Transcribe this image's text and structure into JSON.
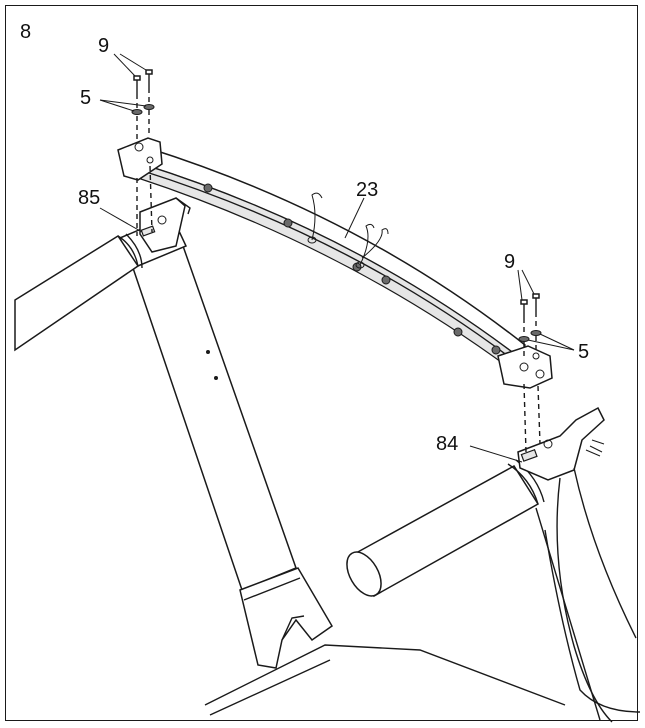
{
  "step_number": "8",
  "callouts": {
    "bolt_left": "9",
    "washer_left": "5",
    "crossbar": "23",
    "upright_left": "85",
    "bolt_right": "9",
    "washer_right": "5",
    "upright_right": "84"
  },
  "colors": {
    "line": "#1a1a1a",
    "fill": "#ffffff",
    "shading": "#e6e6e6"
  }
}
